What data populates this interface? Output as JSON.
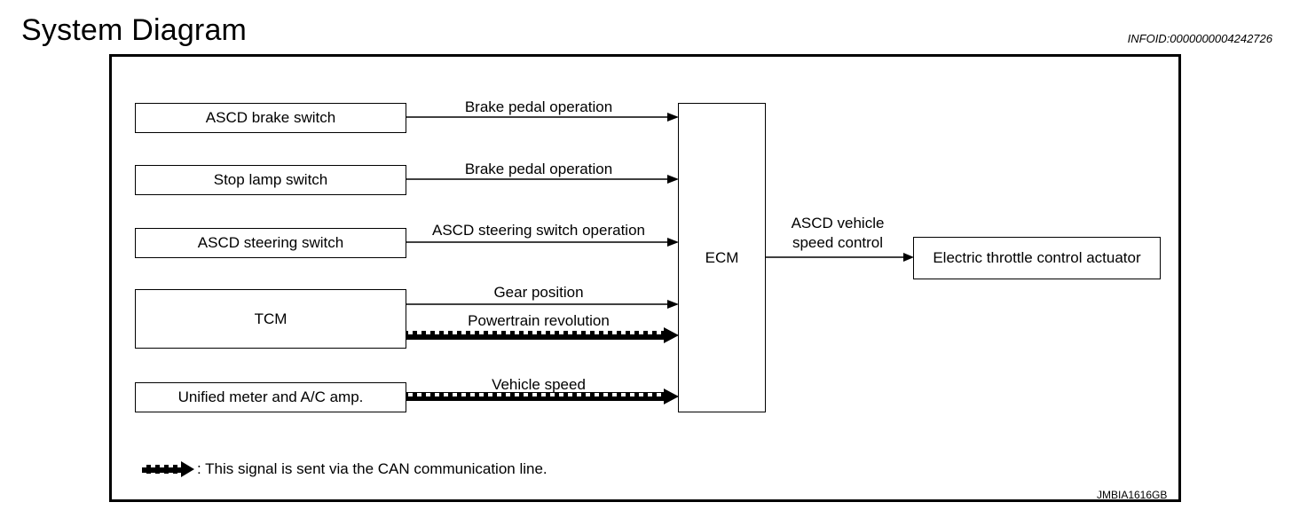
{
  "header": {
    "title": "System Diagram",
    "info_id": "INFOID:0000000004242726"
  },
  "blocks": {
    "brake_switch": "ASCD brake switch",
    "stop_lamp": "Stop lamp switch",
    "steering_switch": "ASCD steering switch",
    "tcm": "TCM",
    "meter": "Unified meter and A/C amp.",
    "ecm": "ECM",
    "throttle": "Electric throttle control actuator"
  },
  "signals": {
    "brake1": "Brake pedal operation",
    "brake2": "Brake pedal operation",
    "steering": "ASCD steering switch operation",
    "gear": "Gear position",
    "powertrain": "Powertrain revolution",
    "speed": "Vehicle speed",
    "ascd_line1": "ASCD vehicle",
    "ascd_line2": "speed control"
  },
  "legend": {
    "text": ": This signal is sent via the CAN communication line."
  },
  "figure_id": "JMBIA1616GB"
}
